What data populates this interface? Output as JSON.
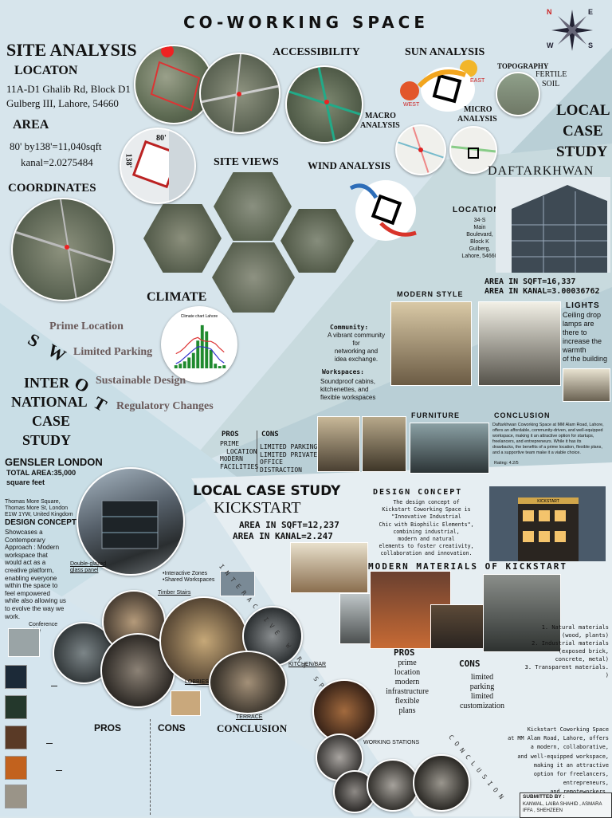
{
  "title": "CO-WORKING SPACE",
  "compass": {
    "n": "N",
    "e": "E",
    "s": "S",
    "w": "W"
  },
  "site": {
    "heading": "SITE ANALYSIS",
    "location_label": "LOCATON",
    "address_1": "11A-D1 Ghalib Rd, Block D1",
    "address_2": "Gulberg III, Lahore, 54660",
    "area_label": "AREA",
    "area_1": "80' by138'=11,040sqft",
    "area_2": "kanal=2.0275484",
    "dim_w": "80'",
    "dim_h": "138'",
    "coordinates_label": "COORDINATES",
    "accessibility": "ACCESSIBILITY",
    "sun": "SUN ANALYSIS",
    "east": "EAST",
    "west": "WEST",
    "topography": "TOPOGRAPHY",
    "fertile": "FERTILE",
    "soil": "SOIL",
    "macro": "MACRO",
    "micro": "MICRO",
    "analysis": "ANALYSIS",
    "site_views": "SITE VIEWS",
    "wind": "WIND ANALYSIS",
    "climate": "CLIMATE"
  },
  "swot": {
    "letters": [
      "S",
      "W",
      "O",
      "T"
    ],
    "items": [
      "Prime Location",
      "Limited Parking",
      "Sustainable Design",
      "Regulatory Changes"
    ]
  },
  "daftar": {
    "heading_1": "LOCAL",
    "heading_2": "CASE",
    "heading_3": "STUDY",
    "name": "DAFTARKHWAN",
    "location_label": "LOCATION",
    "loc_lines": [
      "34-S",
      "Main",
      "Boulevard,",
      "Block K",
      "Gulberg,",
      "Lahore, 54660"
    ],
    "area_sqft": "AREA IN SQFT=16,337",
    "area_kanal": "AREA IN KANAL=3.00036762",
    "modern_style": "MODERN STYLE",
    "lights": "LIGHTS",
    "lights_text": [
      "Ceiling drop",
      "lamps are",
      "there to",
      "increase the",
      "warmth",
      "of the building"
    ],
    "community_label": "Community:",
    "community_text": [
      "A vibrant community for",
      "networking and",
      "idea exchange."
    ],
    "workspaces_label": "Workspaces:",
    "workspaces_text": [
      "Soundproof cabins,",
      "kitchenettes, and",
      "flexible workspaces"
    ],
    "pros": "PROS",
    "cons": "CONS",
    "pros_items": [
      "PRIME",
      "LOCATION",
      "MODERN",
      "FACILITIES"
    ],
    "cons_items": [
      "LIMITED PARKING",
      "LIMITED PRIVATE",
      "OFFICE",
      "DISTRACTION"
    ],
    "furniture": "FURNITURE",
    "conclusion": "CONCLUSION",
    "conclusion_text": "Daftarkhwan Coworking Space at MM Alam Road, Lahore, offers an affordable, community-driven, and well-equipped workspace, making it an attractive option for startups, freelancers, and entrepreneurs. While it has its drawbacks, the benefits of a prime location, flexible plans, and a supportive team make it a viable choice.",
    "rating": "Rating: 4.2/5"
  },
  "intl": {
    "h1": "INTER",
    "h2": "NATIONAL",
    "h3": "CASE",
    "h4": "STUDY",
    "name": "GENSLER LONDON",
    "area_1": "TOTAL AREA:35,000",
    "area_2": "square feet",
    "addr": [
      "Thomas More Square,",
      "Thomas More St, London",
      "E1W 1YW, United Kingdom"
    ],
    "concept_label": "DESIGN CONCEPT",
    "concept_text": [
      "Showcases a",
      "Contemporary",
      "Approach : Modern",
      "workspace that",
      "would act as a",
      "creative platform,",
      "enabling everyone",
      "within the space to",
      "feel empowered",
      "while also allowing us",
      "to evolve the way we",
      "work."
    ],
    "double_glazed": "Double-glazed glass panel",
    "interactive": "•Interactive Zones",
    "shared": "•Shared Workspaces",
    "timber": "Timber Stairs",
    "conference": "Conference table",
    "kitchen": "KITCHEN/BAR",
    "lobbies": "LOBBIES",
    "terrace": "TERRACE",
    "pros": "PROS",
    "cons": "CONS",
    "conclusion": "CONCLUSION",
    "palette": [
      "#1c2a38",
      "#24382c",
      "#5a3a26",
      "#c2621e",
      "#9a9488",
      "#b8b4ac"
    ]
  },
  "kick": {
    "heading": "LOCAL CASE STUDY",
    "name": "KICKSTART",
    "area_sqft": "AREA IN SQFT=12,237",
    "area_kanal": "AREA IN KANAL=2.247",
    "concept_label": "DESIGN CONCEPT",
    "concept_text": [
      "The design concept of",
      "Kickstart Coworking Space is",
      "\"Innovative Industrial",
      "Chic with Biophilic Elements\",",
      "combining industrial,",
      "modern and natural",
      "elements to foster creativity,",
      "collaboration and innovation."
    ],
    "materials_label": "MODERN MATERIALS OF KICKSTART",
    "materials": [
      "1. Natural materials",
      "(wood, plants)",
      "2. Industrial materials",
      "(exposed brick,",
      "concrete, metal)",
      "3. Transparent materials. )"
    ],
    "pros": "PROS",
    "cons": "CONS",
    "pros_items": [
      "prime",
      "location",
      "modern",
      "infrastructure",
      "flexible",
      "plans"
    ],
    "cons_items": [
      "limited",
      "parking",
      "limited",
      "customization"
    ],
    "vertical_1": "INTERACTIVE WORK SPACE",
    "vertical_2": "CONCLUSION",
    "working_stations": "WORKING STATIONS",
    "conclusion_text": [
      "Kickstart Coworking Space",
      "at MM Alam Road, Lahore, offers",
      "a modern, collaborative,",
      "and well-equipped workspace,",
      "making it an attractive",
      "option for freelancers,",
      "entrepreneurs,",
      "and remoteworkers."
    ],
    "submitted_label": "SUBMITTED BY :",
    "submitted_names": [
      "KANWAL, LAIBA SHAHID , ASMARA",
      "IFFA , SHEHZEEN"
    ],
    "sign": "KICKSTART"
  },
  "climate": {
    "title": "Climate chart Lahore",
    "bars": [
      4,
      6,
      9,
      14,
      20,
      36,
      56,
      48,
      24,
      6,
      3,
      4
    ],
    "tmax": [
      19,
      22,
      27,
      33,
      38,
      40,
      36,
      35,
      35,
      32,
      26,
      21
    ],
    "tmin": [
      6,
      9,
      14,
      19,
      24,
      28,
      28,
      27,
      25,
      18,
      11,
      7
    ],
    "yrange": [
      0,
      60
    ]
  }
}
